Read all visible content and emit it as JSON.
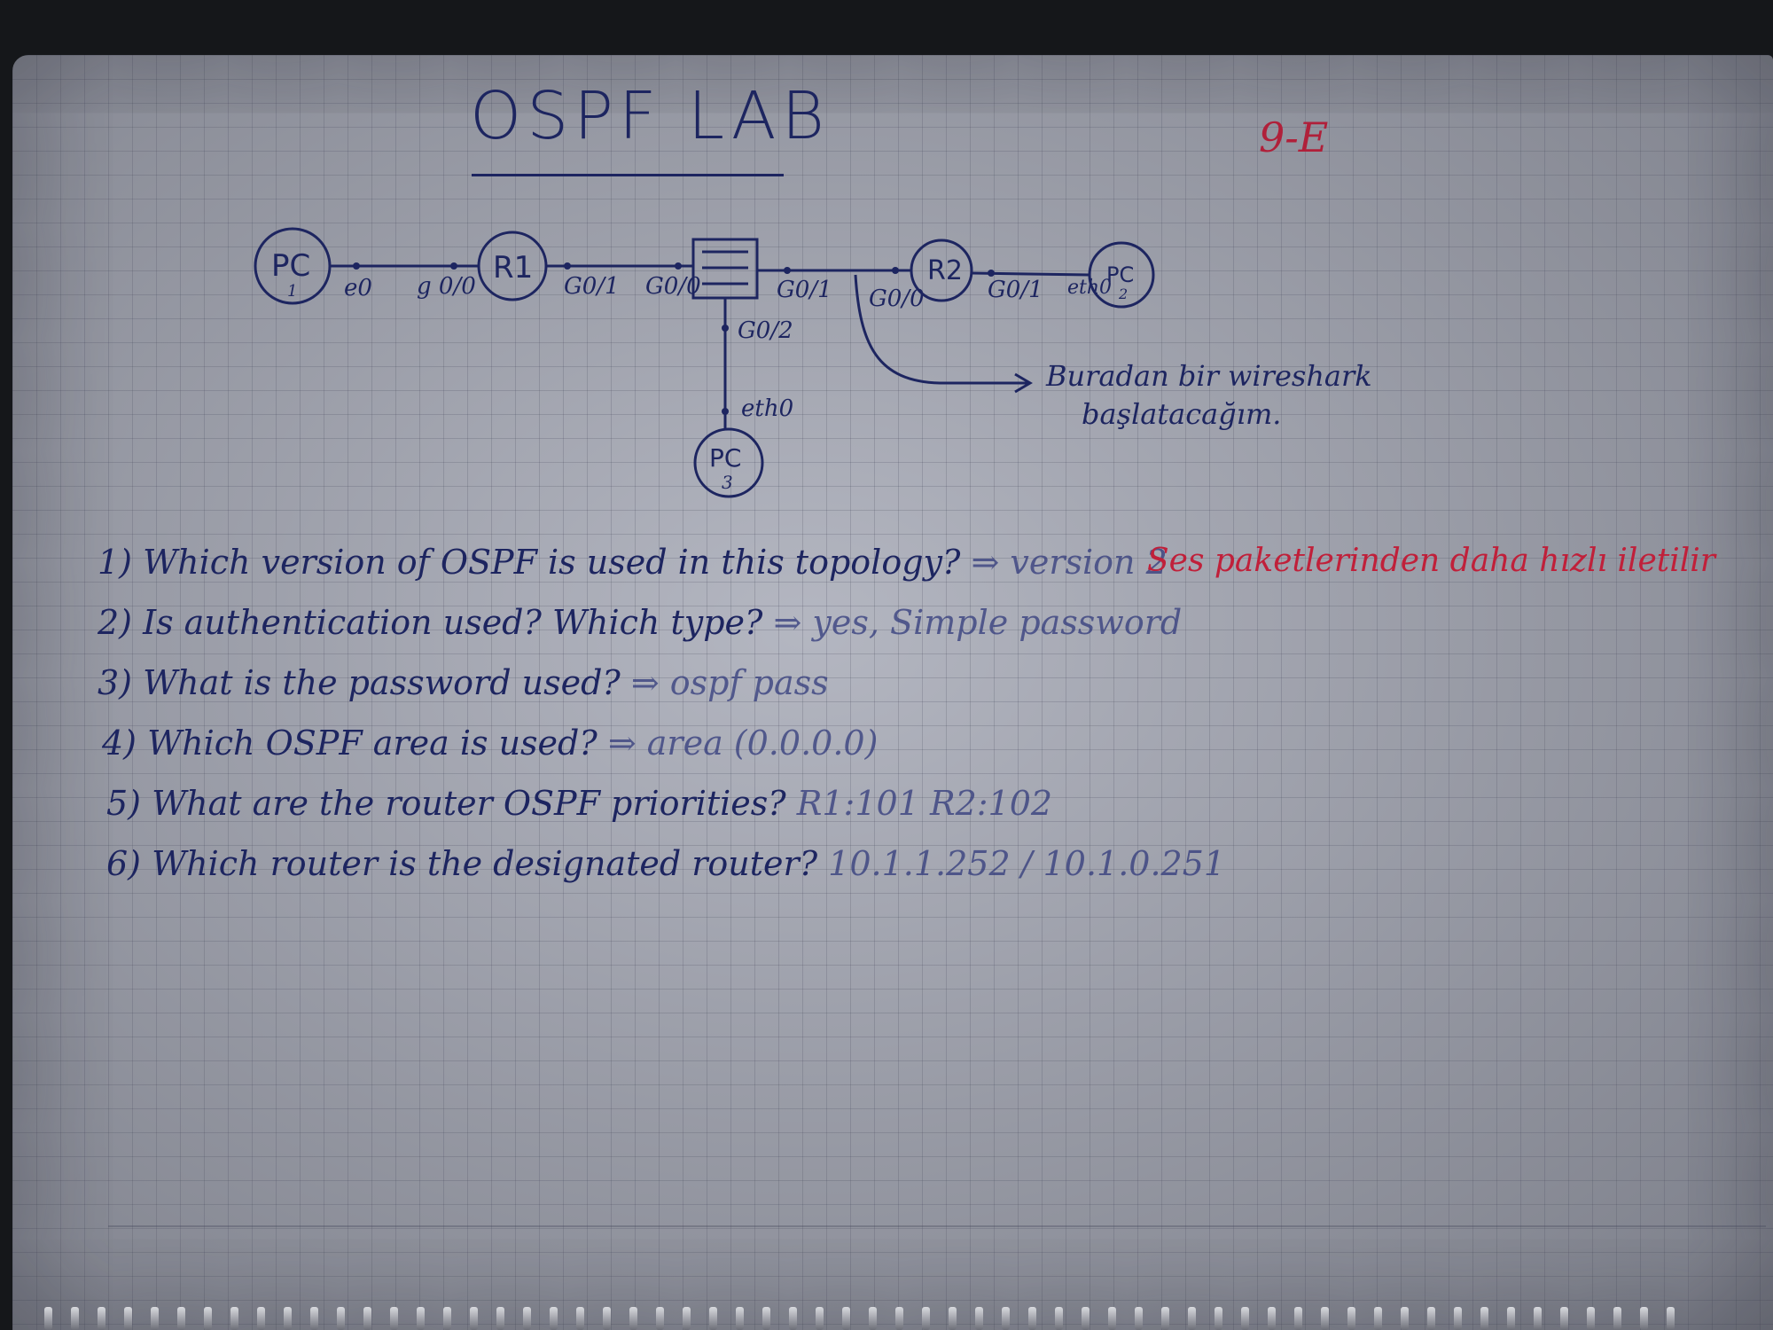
{
  "title": "OSPF LAB",
  "corner_mark": "9-E",
  "topology": {
    "nodes": {
      "pc1": "PC",
      "pc1_sub": "1",
      "r1": "R1",
      "r2": "R2",
      "pc2": "PC",
      "pc2_sub": "2",
      "pc3": "PC",
      "pc3_sub": "3"
    },
    "interfaces": {
      "pc1_if": "e0",
      "r1_left": "g 0/0",
      "r1_right": "G0/1",
      "sw_left": "G0/0",
      "sw_right": "G0/1",
      "sw_down": "G0/2",
      "r2_left": "G0/0",
      "r2_right": "G0/1",
      "pc2_if": "eth0",
      "pc3_if": "eth0"
    },
    "note_line1": "Buradan bir wireshark",
    "note_line2": "başlatacağım."
  },
  "questions": [
    {
      "q": "1) Which version of OSPF is used in this topology?",
      "a": "⇒ version 2",
      "extra": "Ses paketlerinden daha hızlı iletilir"
    },
    {
      "q": "2) Is authentication used? Which type?",
      "a": "⇒ yes, Simple password",
      "extra": ""
    },
    {
      "q": "3) What is the password used?",
      "a": "⇒ ospf pass",
      "extra": ""
    },
    {
      "q": "4) Which OSPF area is used?",
      "a": "⇒ area (0.0.0.0)",
      "extra": ""
    },
    {
      "q": "5) What are the router OSPF priorities?",
      "a": "R1:101   R2:102",
      "extra": ""
    },
    {
      "q": "6) Which router is the designated router?",
      "a": "10.1.1.252   / 10.1.0.251",
      "extra": ""
    }
  ]
}
